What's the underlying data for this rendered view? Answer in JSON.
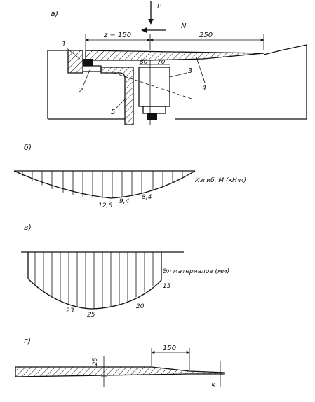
{
  "panels": {
    "a": "а)",
    "b": "б)",
    "v": "в)",
    "g": "г)"
  },
  "force": {
    "p": "P",
    "n": "N"
  },
  "dims": {
    "z": "z = 150",
    "d250": "250",
    "d80": "80",
    "d70": "70",
    "d150": "150",
    "d25": "25",
    "dB": "в"
  },
  "callouts": [
    "1",
    "2",
    "3",
    "4",
    "5"
  ],
  "moment": {
    "label": "Изгиб. М (кН·м)",
    "values": [
      "12,6",
      "9,4",
      "8,4"
    ]
  },
  "material": {
    "label": "Эл материалов (мм)",
    "values": [
      "23",
      "25",
      "20",
      "15"
    ]
  }
}
